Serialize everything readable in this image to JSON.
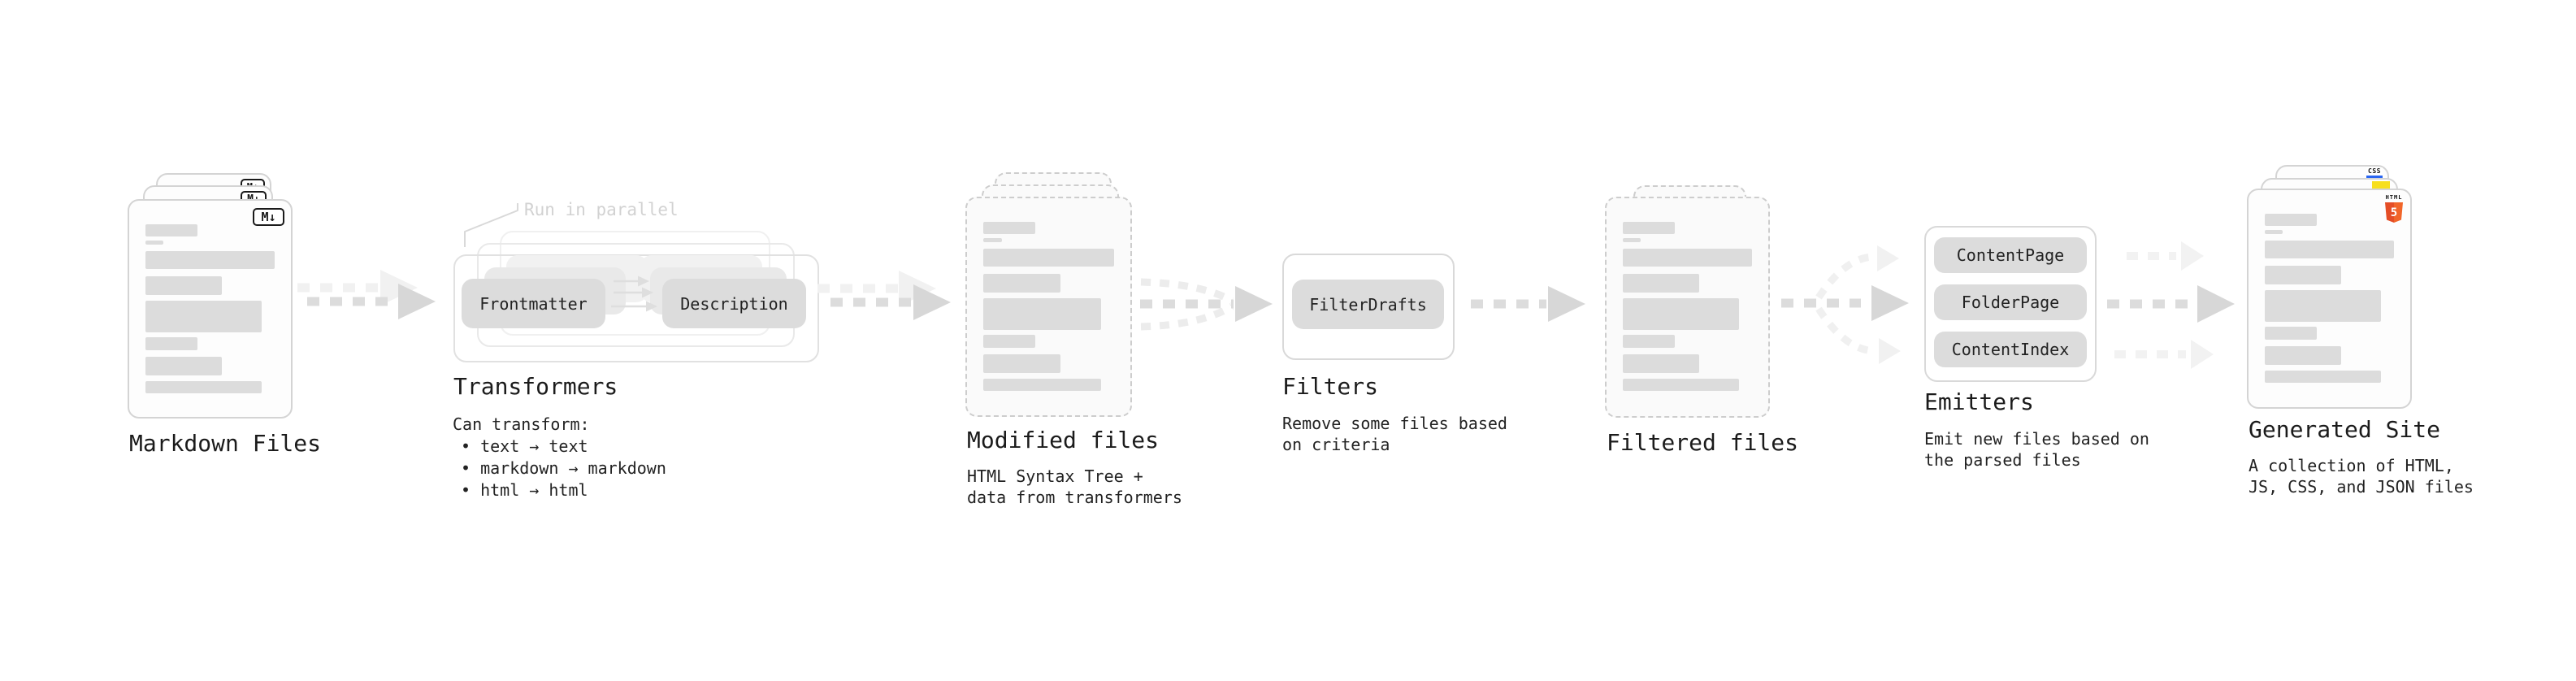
{
  "pipeline": {
    "markdown": {
      "label": "Markdown Files",
      "badge": "M↓"
    },
    "transformers": {
      "label": "Transformers",
      "annotation": "Run in parallel",
      "pills": {
        "frontmatter": "Frontmatter",
        "description": "Description"
      },
      "desc_title": "Can transform:",
      "bullets": [
        "• text → text",
        "• markdown → markdown",
        "• html → html"
      ]
    },
    "modified": {
      "label": "Modified files",
      "desc": [
        "HTML Syntax Tree +",
        "data from transformers"
      ]
    },
    "filters": {
      "label": "Filters",
      "pill": "FilterDrafts",
      "desc": [
        "Remove some files based",
        "on criteria"
      ]
    },
    "filtered": {
      "label": "Filtered files"
    },
    "emitters": {
      "label": "Emitters",
      "pills": [
        "ContentPage",
        "FolderPage",
        "ContentIndex"
      ],
      "desc": [
        "Emit new files based on",
        "the parsed files"
      ]
    },
    "generated": {
      "label": "Generated Site",
      "badges": {
        "css": "CSS",
        "html_label": "HTML",
        "html_number": "5"
      },
      "desc": [
        "A collection of HTML,",
        "JS, CSS, and JSON files"
      ]
    }
  },
  "colors": {
    "text": "#1c1c1c",
    "bar_gray": "#dcdcdc",
    "border_gray": "#d4d4d4",
    "arrow_gray": "#d9d9d9",
    "arrow_faint": "#f1f1f1",
    "annotation_gray": "#d2d2d2",
    "js_yellow": "#f7df1e",
    "css_blue": "#2965f1",
    "html5_orange": "#e44d26",
    "html5_orange_light": "#f16529"
  }
}
